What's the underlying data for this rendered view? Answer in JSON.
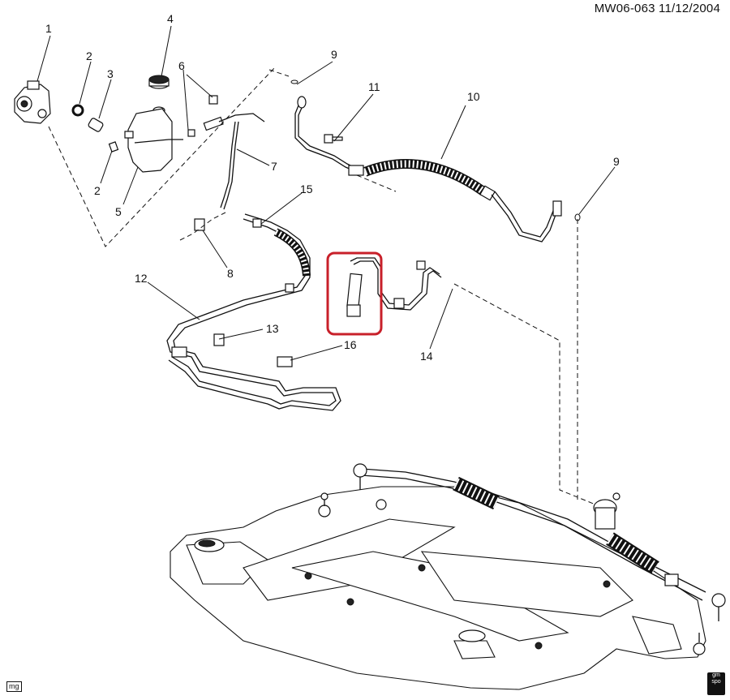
{
  "header": {
    "code": "MW06-063  11/12/2004"
  },
  "footer": {
    "badge": "mg",
    "logo_line1": "gm",
    "logo_line2": "spo"
  },
  "highlight": {
    "color": "#c8202a"
  },
  "callouts": [
    {
      "id": "c1",
      "label": "1"
    },
    {
      "id": "c2a",
      "label": "2"
    },
    {
      "id": "c2b",
      "label": "2"
    },
    {
      "id": "c3",
      "label": "3"
    },
    {
      "id": "c4",
      "label": "4"
    },
    {
      "id": "c5",
      "label": "5"
    },
    {
      "id": "c6",
      "label": "6"
    },
    {
      "id": "c7",
      "label": "7"
    },
    {
      "id": "c8",
      "label": "8"
    },
    {
      "id": "c9a",
      "label": "9"
    },
    {
      "id": "c9b",
      "label": "9"
    },
    {
      "id": "c10",
      "label": "10"
    },
    {
      "id": "c11",
      "label": "11"
    },
    {
      "id": "c12",
      "label": "12"
    },
    {
      "id": "c13",
      "label": "13"
    },
    {
      "id": "c14",
      "label": "14"
    },
    {
      "id": "c15",
      "label": "15"
    },
    {
      "id": "c16",
      "label": "16"
    }
  ]
}
